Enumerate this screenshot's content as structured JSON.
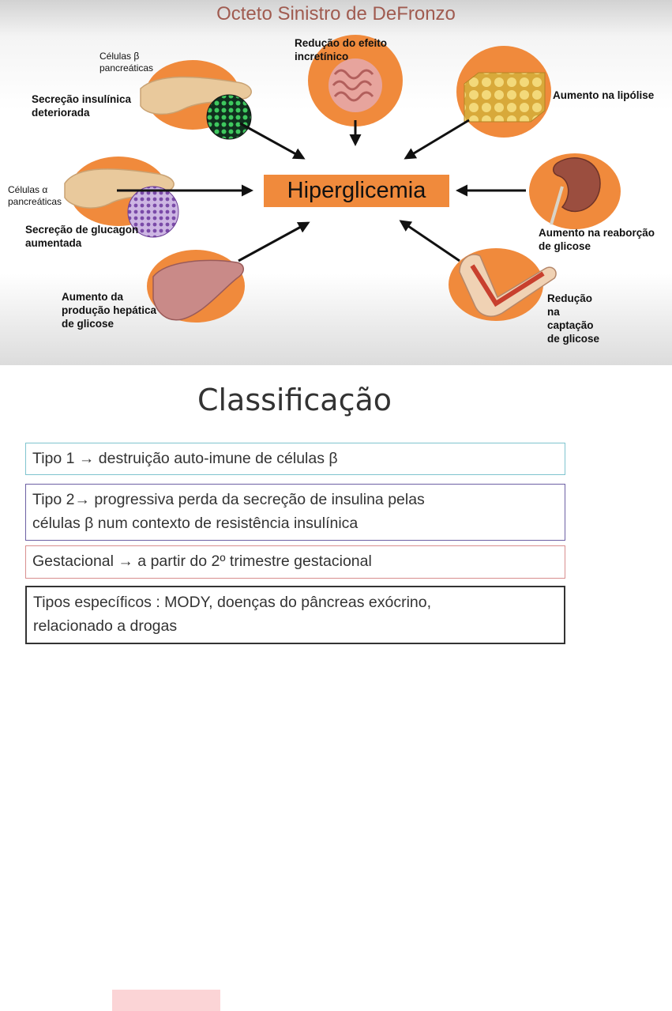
{
  "diagram": {
    "title": "Octeto Sinistro de DeFronzo",
    "center": "Hiperglicemia",
    "beta_cells_label": "Células β pancreáticas",
    "alpha_cells_label": "Células α pancreáticas",
    "nodes": [
      {
        "id": "insulin",
        "label": "Secreção insulínica deteriorada"
      },
      {
        "id": "incretin",
        "label": "Redução do efeito incretínico"
      },
      {
        "id": "lipolysis",
        "label": "Aumento na lipólise"
      },
      {
        "id": "glucagon",
        "label": "Secreção de glucagon aumentada"
      },
      {
        "id": "kidney",
        "label": "Aumento na reaborção de glicose"
      },
      {
        "id": "liver",
        "label": "Aumento da produção hepática de glicose"
      },
      {
        "id": "muscle",
        "label": "Redução na captação de glicose"
      }
    ],
    "colors": {
      "node_circle": "#f08a3c",
      "center_box": "#f08a3c",
      "title": "#a05b50"
    }
  },
  "classification": {
    "title": "Classificação",
    "items": [
      {
        "id": "tipo1",
        "text_l1": "Tipo 1 → destruição auto-imune de células β",
        "text_l2": "",
        "border_color": "#7fc4cf"
      },
      {
        "id": "tipo2",
        "text_l1": "Tipo 2→ progressiva perda da secreção de insulina pelas",
        "text_l2": "células β num contexto de resistência insulínica",
        "border_color": "#6c5fa3"
      },
      {
        "id": "gestacional",
        "text_l1": "Gestacional → a partir do 2º trimestre gestacional",
        "text_l2": "",
        "border_color": "#d88e8e"
      },
      {
        "id": "especificos",
        "text_l1": "Tipos específicos : MODY, doenças do pâncreas exócrino,",
        "text_l2": "relacionado a drogas",
        "border_color": "#333333"
      }
    ]
  }
}
